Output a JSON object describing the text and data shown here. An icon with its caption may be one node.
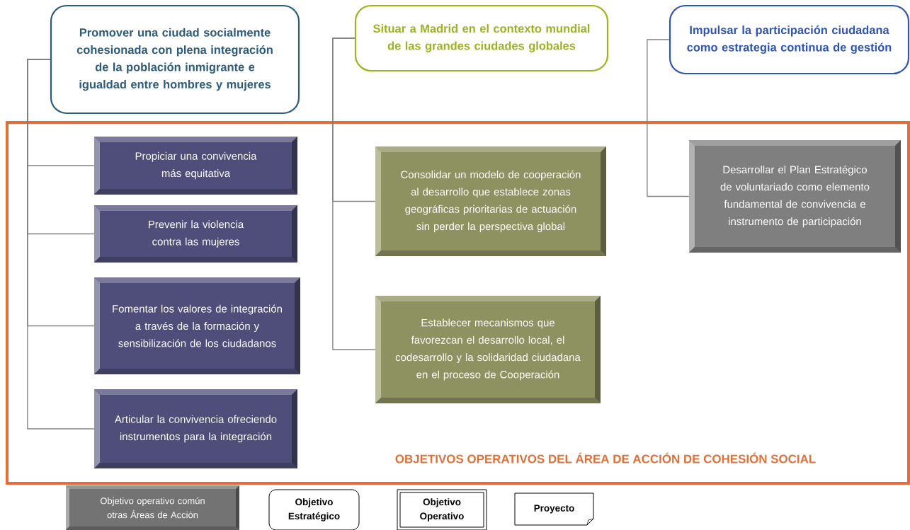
{
  "diagram": {
    "nodes": [
      {
        "text": [
          "Promover una ciudad socialmente cohesionada con plena integración de la población inmigrante e igualdad entre hombres y mujeres"
        ]
      },
      {
        "text": [
          "Situar a Madrid en el contexto mundial de las grandes ciudades globales"
        ]
      },
      {
        "text": [
          "Impulsar la participación ciudadana como estrategia continua de gestión"
        ]
      },
      {
        "text": [
          "OBJETIVOS OPERATIVOS DEL ÁREA DE ACCIÓN DE  COHESIÓN SOCIAL"
        ]
      },
      {
        "text": [
          "Propiciar una convivencia más equitativa"
        ],
        "in": 3
      },
      {
        "text": [
          "Prevenir la violencia contra las mujeres"
        ],
        "in": 3
      },
      {
        "text": [
          "Fomentar los valores de integración a través de la formación y sensibilización de los ciudadanos"
        ],
        "in": 3
      },
      {
        "text": [
          "Articular la convivencia ofreciendo instrumentos para la integración"
        ],
        "in": 3
      },
      {
        "text": [
          "Consolidar un modelo de cooperación al desarrollo que establece zonas geográficas prioritarias de actuación sin perder la perspectiva global"
        ],
        "in": 3
      },
      {
        "text": [
          "Establecer mecanismos que favorezcan el  desarrollo local, el codesarrollo y la solidaridad ciudadana en el proceso de Cooperación"
        ],
        "in": 3
      },
      {
        "text": [
          "Desarrollar el Plan Estratégico de voluntariado como elemento fundamental de convivencia e instrumento de participación"
        ],
        "in": 3
      },
      {
        "text": [
          "Objetivo operativo común otras Áreas de Acción"
        ]
      },
      {
        "text": [
          "Objetivo Estratégico"
        ]
      },
      {
        "text": [
          "Objetivo Operativo"
        ]
      },
      {
        "text": [
          "Proyecto"
        ]
      }
    ],
    "edges": [
      {
        "from": 0,
        "to": 4,
        "arrow": "none"
      },
      {
        "from": 0,
        "to": 5,
        "arrow": "none"
      },
      {
        "from": 0,
        "to": 6,
        "arrow": "none"
      },
      {
        "from": 0,
        "to": 7,
        "arrow": "none"
      },
      {
        "from": 1,
        "to": 8,
        "arrow": "none"
      },
      {
        "from": 1,
        "to": 9,
        "arrow": "none"
      },
      {
        "from": 2,
        "to": 10,
        "arrow": "none"
      }
    ]
  }
}
